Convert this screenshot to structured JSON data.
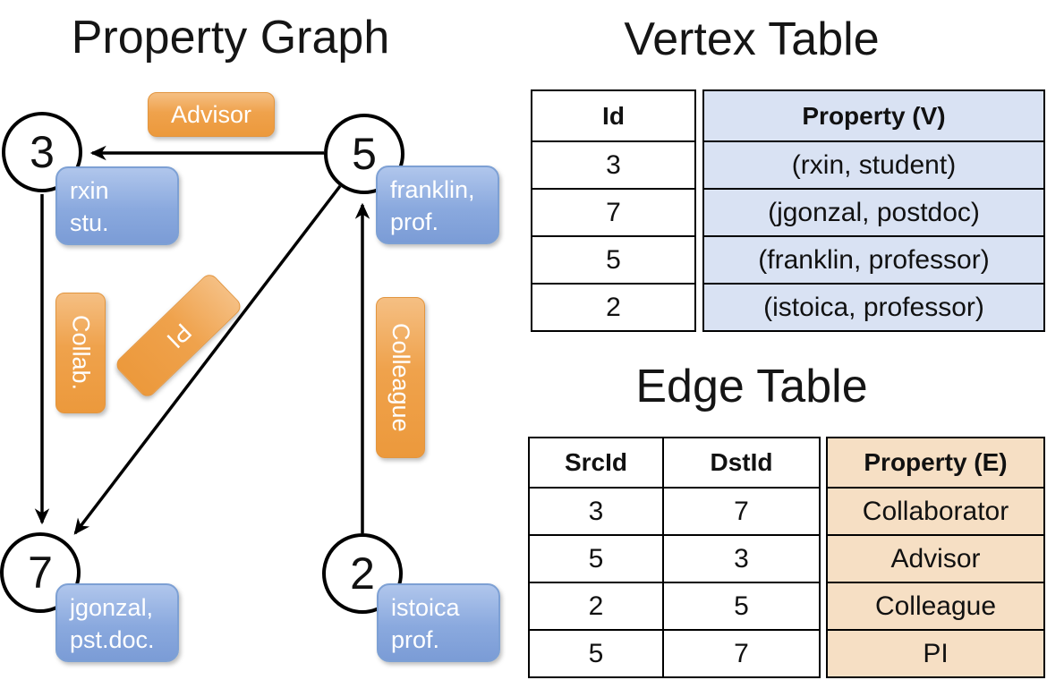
{
  "graph": {
    "title": "Property Graph",
    "nodes": [
      {
        "id": "3"
      },
      {
        "id": "5"
      },
      {
        "id": "7"
      },
      {
        "id": "2"
      }
    ],
    "vertex_props": [
      {
        "line1": "rxin",
        "line2": "stu."
      },
      {
        "line1": "franklin,",
        "line2": "prof."
      },
      {
        "line1": "jgonzal,",
        "line2": "pst.doc."
      },
      {
        "line1": "istoica",
        "line2": "prof."
      }
    ],
    "edge_labels": {
      "advisor": "Advisor",
      "collab": "Collab.",
      "pi": "PI",
      "colleague": "Colleague"
    }
  },
  "vertex_table": {
    "title": "Vertex Table",
    "col_id": "Id",
    "col_property": "Property (V)",
    "rows": [
      {
        "id": "3",
        "property": "(rxin, student)"
      },
      {
        "id": "7",
        "property": "(jgonzal, postdoc)"
      },
      {
        "id": "5",
        "property": "(franklin, professor)"
      },
      {
        "id": "2",
        "property": "(istoica, professor)"
      }
    ]
  },
  "edge_table": {
    "title": "Edge Table",
    "col_src": "SrcId",
    "col_dst": "DstId",
    "col_property": "Property (E)",
    "rows": [
      {
        "src": "3",
        "dst": "7",
        "property": "Collaborator"
      },
      {
        "src": "5",
        "dst": "3",
        "property": "Advisor"
      },
      {
        "src": "2",
        "dst": "5",
        "property": "Colleague"
      },
      {
        "src": "5",
        "dst": "7",
        "property": "PI"
      }
    ]
  },
  "colors": {
    "edge_stroke": "#000000",
    "node_fill": "#ffffff",
    "orange_label": "#ef9f45",
    "blue_label": "#84a4da",
    "vertex_cell_bg": "#d9e2f3",
    "edge_cell_bg": "#f6dfc4"
  }
}
